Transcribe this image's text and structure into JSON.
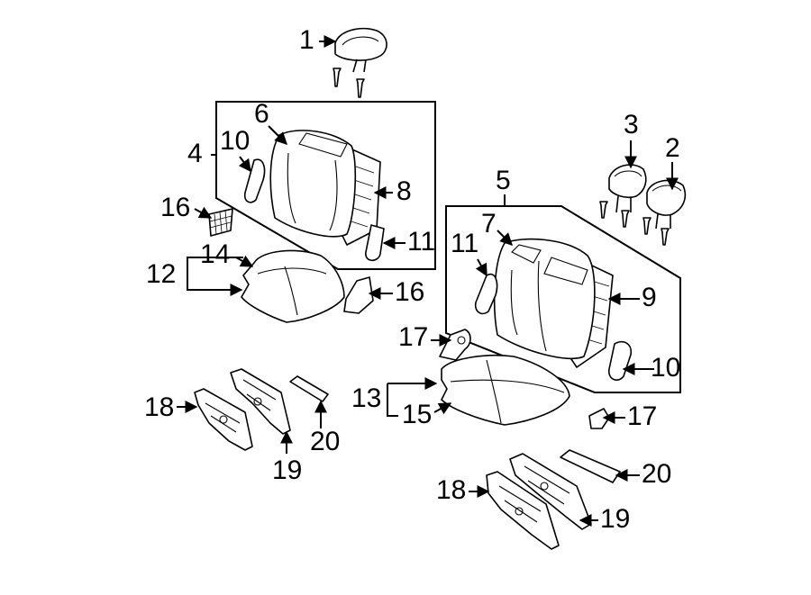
{
  "callouts": {
    "c1": "1",
    "c2": "2",
    "c3": "3",
    "c4": "4",
    "c5": "5",
    "c6": "6",
    "c7": "7",
    "c8": "8",
    "c9": "9",
    "c10a": "10",
    "c10b": "10",
    "c11a": "11",
    "c11b": "11",
    "c12": "12",
    "c13": "13",
    "c14": "14",
    "c15": "15",
    "c16a": "16",
    "c16b": "16",
    "c17a": "17",
    "c17b": "17",
    "c18a": "18",
    "c18b": "18",
    "c19a": "19",
    "c19b": "19",
    "c20a": "20",
    "c20b": "20"
  },
  "colors": {
    "line": "#000000",
    "background": "#ffffff"
  }
}
